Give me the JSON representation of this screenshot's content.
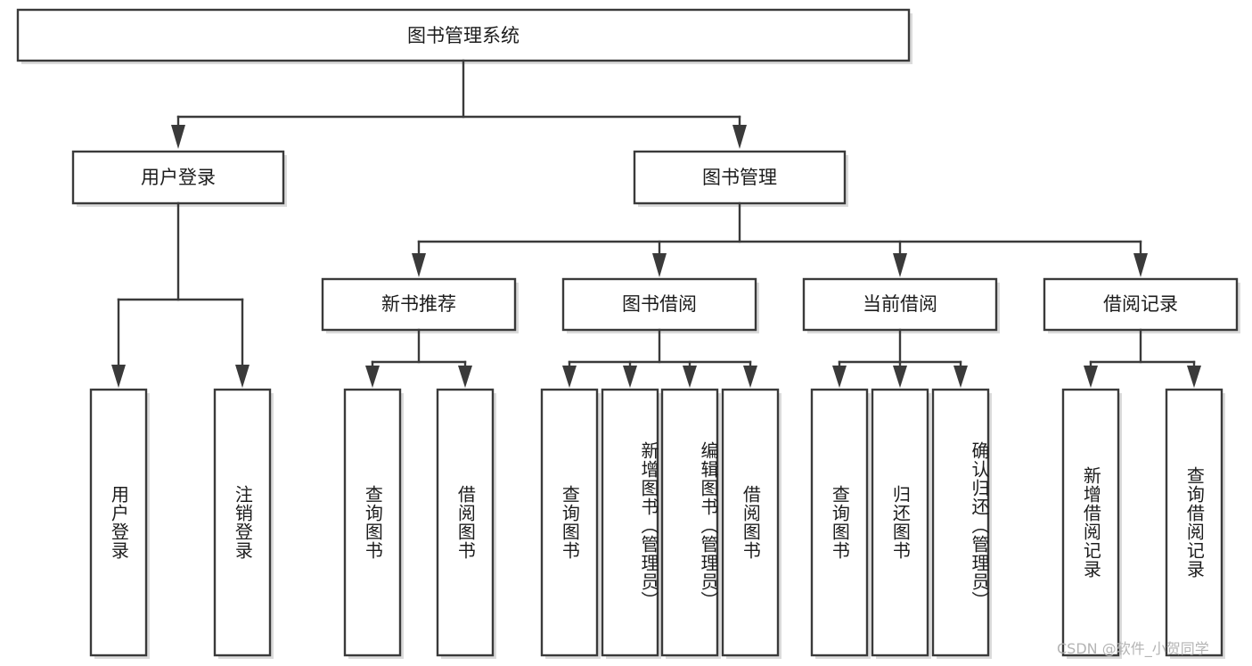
{
  "diagram": {
    "title": "图书管理系统",
    "type": "tree-hierarchy-chart",
    "watermark": "CSDN @软件_小贺同学",
    "colors": {
      "stroke": "#3a3a3a",
      "fill": "#ffffff",
      "text": "#1c1c1c",
      "watermark": "#b4b4b4",
      "shadow": "#bdbdbd"
    },
    "levels": {
      "root": {
        "label": "图书管理系统"
      },
      "level2": [
        {
          "id": "user-login",
          "label": "用户登录"
        },
        {
          "id": "book-management",
          "label": "图书管理"
        }
      ],
      "level3": [
        {
          "id": "new-book-recommend",
          "label": "新书推荐",
          "parent": "book-management"
        },
        {
          "id": "book-borrow",
          "label": "图书借阅",
          "parent": "book-management"
        },
        {
          "id": "current-borrow",
          "label": "当前借阅",
          "parent": "book-management"
        },
        {
          "id": "borrow-record",
          "label": "借阅记录",
          "parent": "book-management"
        }
      ],
      "leaves": [
        {
          "id": "leaf-user-login",
          "label": "用户登录",
          "parent": "user-login"
        },
        {
          "id": "leaf-logout-login",
          "label": "注销登录",
          "parent": "user-login"
        },
        {
          "id": "leaf-query-book-1",
          "label": "查询图书",
          "parent": "new-book-recommend"
        },
        {
          "id": "leaf-borrow-book-1",
          "label": "借阅图书",
          "parent": "new-book-recommend"
        },
        {
          "id": "leaf-query-book-2",
          "label": "查询图书",
          "parent": "book-borrow"
        },
        {
          "id": "leaf-add-book",
          "label": "新增图书（管理员）",
          "parent": "book-borrow"
        },
        {
          "id": "leaf-edit-book",
          "label": "编辑图书（管理员）",
          "parent": "book-borrow"
        },
        {
          "id": "leaf-borrow-book-2",
          "label": "借阅图书",
          "parent": "book-borrow"
        },
        {
          "id": "leaf-query-book-3",
          "label": "查询图书",
          "parent": "current-borrow"
        },
        {
          "id": "leaf-return-book",
          "label": "归还图书",
          "parent": "current-borrow"
        },
        {
          "id": "leaf-confirm-return",
          "label": "确认归还（管理员）",
          "parent": "current-borrow"
        },
        {
          "id": "leaf-add-record",
          "label": "新增借阅记录",
          "parent": "borrow-record"
        },
        {
          "id": "leaf-query-record",
          "label": "查询借阅记录",
          "parent": "borrow-record"
        }
      ]
    }
  }
}
